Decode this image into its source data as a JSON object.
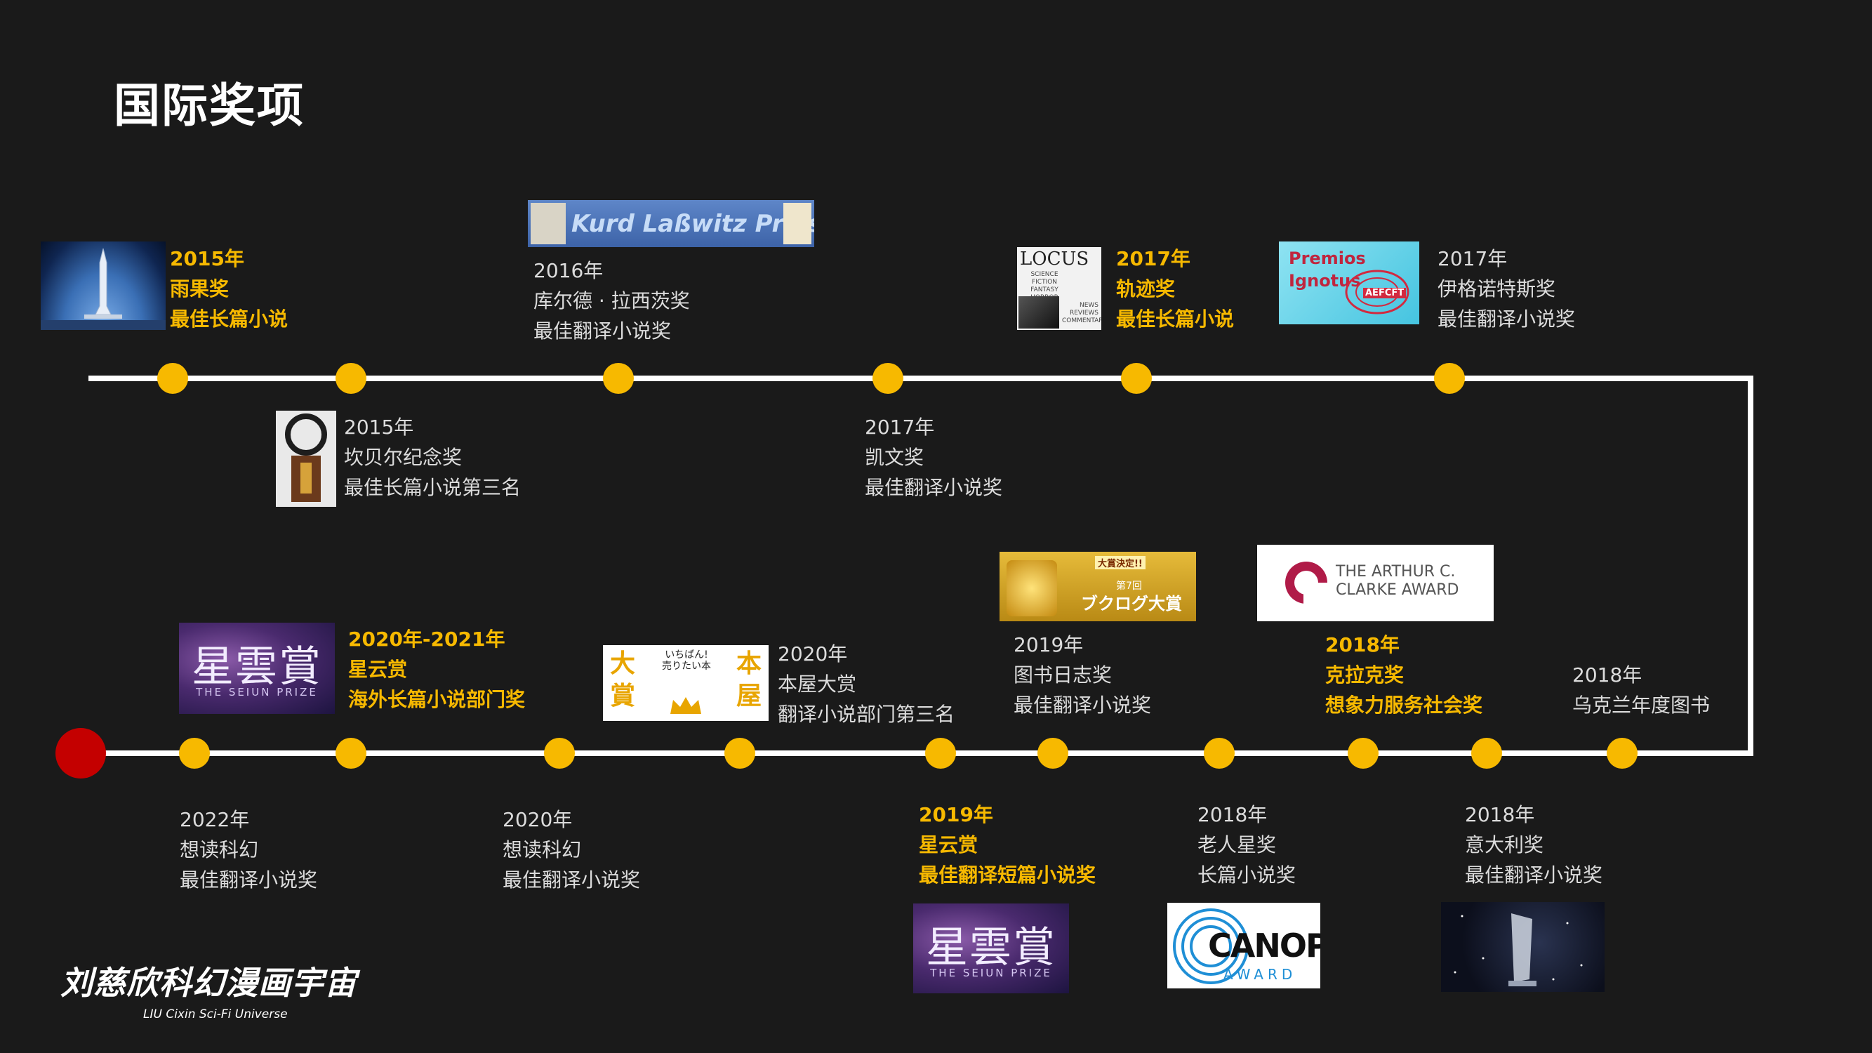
{
  "page": {
    "title": "国际奖项"
  },
  "brand": {
    "name": "刘慈欣科幻漫画宇宙",
    "subtitle": "LIU Cixin Sci-Fi Universe"
  },
  "awards": [
    {
      "id": "hugo",
      "year": "2015年",
      "name": "雨果奖",
      "category": "最佳长篇小说",
      "highlight": true,
      "logo_icon": "rocket-trophy-icon"
    },
    {
      "id": "campbell",
      "year": "2015年",
      "name": "坎贝尔纪念奖",
      "category": "最佳长篇小说第三名",
      "highlight": false,
      "logo_icon": "ring-trophy-icon"
    },
    {
      "id": "lasswitz",
      "year": "2016年",
      "name": "库尔德 · 拉西茨奖",
      "category": "最佳翻译小说奖",
      "highlight": false,
      "logo_text": "Kurd Laßwitz Preis"
    },
    {
      "id": "kelvin",
      "year": "2017年",
      "name": "凯文奖",
      "category": "最佳翻译小说奖",
      "highlight": false
    },
    {
      "id": "locus",
      "year": "2017年",
      "name": "轨迹奖",
      "category": "最佳长篇小说",
      "highlight": true,
      "logo_text": "LOCUS",
      "logo_sub": "SCIENCE FICTION FANTASY HORROR",
      "logo_sub2": "NEWS REVIEWS COMMENTARY"
    },
    {
      "id": "ignotus",
      "year": "2017年",
      "name": "伊格诺特斯奖",
      "category": "最佳翻译小说奖",
      "highlight": false,
      "logo_text": "Premios Ignotus",
      "logo_sub": "AEFCFT"
    },
    {
      "id": "uklit",
      "year": "2018年",
      "name": "乌克兰年度图书",
      "category": "",
      "highlight": false
    },
    {
      "id": "italia",
      "year": "2018年",
      "name": "意大利奖",
      "category": "最佳翻译小说奖",
      "highlight": false,
      "logo_icon": "glass-trophy-icon"
    },
    {
      "id": "clarke",
      "year": "2018年",
      "name": "克拉克奖",
      "category": "想象力服务社会奖",
      "highlight": true,
      "logo_text": "THE ARTHUR C. CLARKE AWARD"
    },
    {
      "id": "canopus",
      "year": "2018年",
      "name": "老人星奖",
      "category": "长篇小说奖",
      "highlight": false,
      "logo_text": "CANOPUS",
      "logo_sub": "AWARD"
    },
    {
      "id": "booklog",
      "year": "2019年",
      "name": "图书日志奖",
      "category": "最佳翻译小说奖",
      "highlight": false,
      "logo_text": "ブクログ大賞",
      "logo_sub": "第7回",
      "logo_top": "大賞決定!!"
    },
    {
      "id": "seiun2019",
      "year": "2019年",
      "name": "星云赏",
      "category": "最佳翻译短篇小说奖",
      "highlight": true,
      "logo_text": "星雲賞",
      "logo_sub": "THE SEIUN PRIZE"
    },
    {
      "id": "honya",
      "year": "2020年",
      "name": "本屋大赏",
      "category": "翻译小说部门第三名",
      "highlight": false,
      "logo_left": "大賞",
      "logo_right": "本屋",
      "logo_mid": "いちばん!売りたい本"
    },
    {
      "id": "xiangdu2020",
      "year": "2020年",
      "name": "想读科幻",
      "category": "最佳翻译小说奖",
      "highlight": false
    },
    {
      "id": "seiun2021",
      "year": "2020年-2021年",
      "name": "星云赏",
      "category": "海外长篇小说部门奖",
      "highlight": true,
      "logo_text": "星雲賞",
      "logo_sub": "THE SEIUN PRIZE"
    },
    {
      "id": "xiangdu2022",
      "year": "2022年",
      "name": "想读科幻",
      "category": "最佳翻译小说奖",
      "highlight": false
    }
  ],
  "colors": {
    "accent": "#f7b900",
    "start": "#c40000",
    "line": "#ffffff",
    "background": "#1a1a1a"
  }
}
